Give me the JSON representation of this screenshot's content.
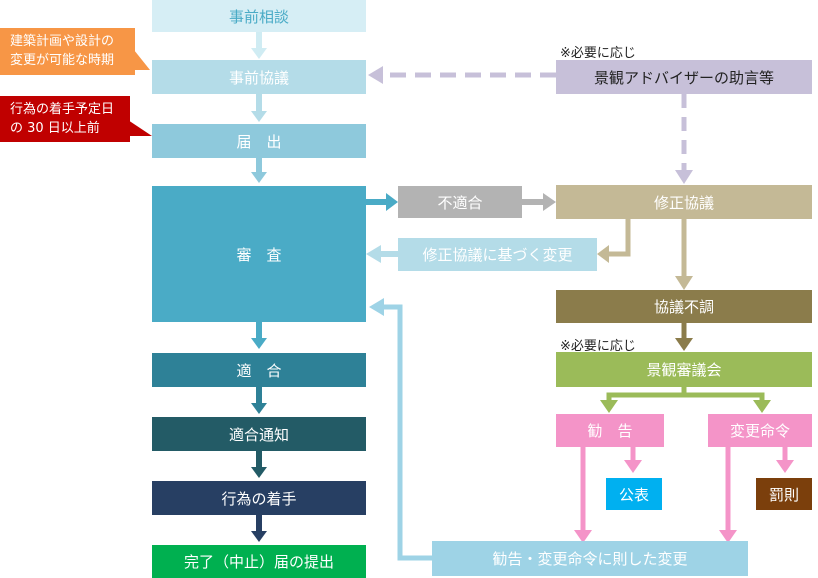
{
  "flow": {
    "consultation": "事前相談",
    "pre_discussion": "事前協議",
    "notification": "届　出",
    "review": "審　査",
    "conforming": "適　合",
    "conformity_notice": "適合通知",
    "start_of_act": "行為の着手",
    "completion": "完了（中止）届の提出"
  },
  "right": {
    "nonconforming": "不適合",
    "revision_discussion": "修正協議",
    "change_based_on_revision": "修正協議に基づく変更",
    "discussion_failed": "協議不調",
    "landscape_council": "景観審議会",
    "advisor_advice": "景観アドバイザーの助言等",
    "recommendation": "勧　告",
    "change_order": "変更命令",
    "publication": "公表",
    "penalty": "罰則",
    "change_per_order": "勧告・変更命令に則した変更"
  },
  "notes": {
    "if_necessary_1": "※必要に応じ",
    "if_necessary_2": "※必要に応じ"
  },
  "callouts": {
    "plan_change_line1": "建築計画や設計の",
    "plan_change_line2": "変更が可能な時期",
    "start_deadline_line1": "行為の着手予定日",
    "start_deadline_line2": "の 30 日以上前"
  },
  "colors": {
    "light_blue": "#d6eef5",
    "pale_blue": "#b4dce8",
    "mid_blue": "#8ec9dc",
    "review_blue": "#4aabc6",
    "teal": "#2e8197",
    "dark_teal": "#235b66",
    "navy": "#273f63",
    "green": "#00b050",
    "gray": "#b3b3b3",
    "tan": "#c4b996",
    "olive": "#8b7c4b",
    "lime": "#9bbb59",
    "pink": "#f494c8",
    "lavender": "#c7c0d9",
    "sky": "#00b0f0",
    "brown": "#7b3f0c",
    "orange": "#f79646",
    "dark_red": "#c00000",
    "change_blue": "#9ed3e6"
  }
}
